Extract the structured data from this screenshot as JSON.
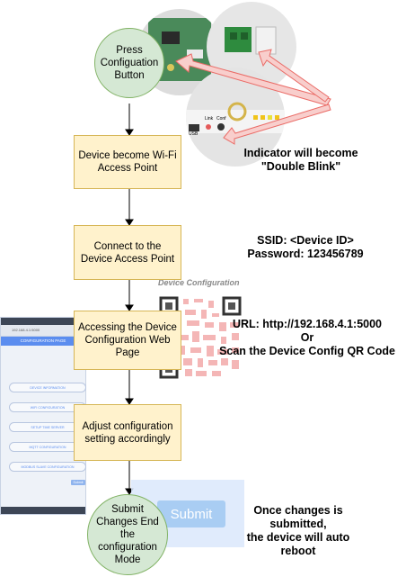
{
  "nodes": {
    "press": "Press Configuation Button",
    "ap": "Device become Wi-Fi Access Point",
    "connect": "Connect to the Device Access Point",
    "access": "Accessing the Device Configuration Web Page",
    "adjust": "Adjust configuration setting accordingly",
    "submit": "Submit Changes End the configuration Mode"
  },
  "notes": {
    "indicator_line1": "Indicator will become",
    "indicator_line2": "\"Double Blink\"",
    "ssid": "SSID: <Device ID>",
    "password": "Password: 123456789",
    "url": "URL: http://192.168.4.1:5000",
    "or": "Or",
    "scan": "Scan the Device Config QR Code",
    "once1": "Once changes is",
    "once2": "submitted,",
    "once3": "the device will auto",
    "once4": "reboot"
  },
  "qr_title": "Device Configuration",
  "board_labels": {
    "usb": "USB",
    "link": "Link",
    "conf": "Conf"
  },
  "phone": {
    "url": "192.168.4.1:5000",
    "header": "CONFIGURATION PAGE",
    "items": [
      "DEVICE INFORMATION",
      "WIFI CONFIGURATION",
      "SETUP TIME SERVER",
      "MQTT CONFIGURATION",
      "MODBUS SLAVE CONFIGURATION"
    ],
    "submit": "Submit"
  },
  "submit_button": "Submit",
  "colors": {
    "process_fill": "#fff2cc",
    "process_border": "#d6b656",
    "terminal_fill": "#d5e8d4",
    "terminal_border": "#82b366",
    "arrow_pink": "#f8cecc",
    "arrow_pink_border": "#ea6b66"
  }
}
